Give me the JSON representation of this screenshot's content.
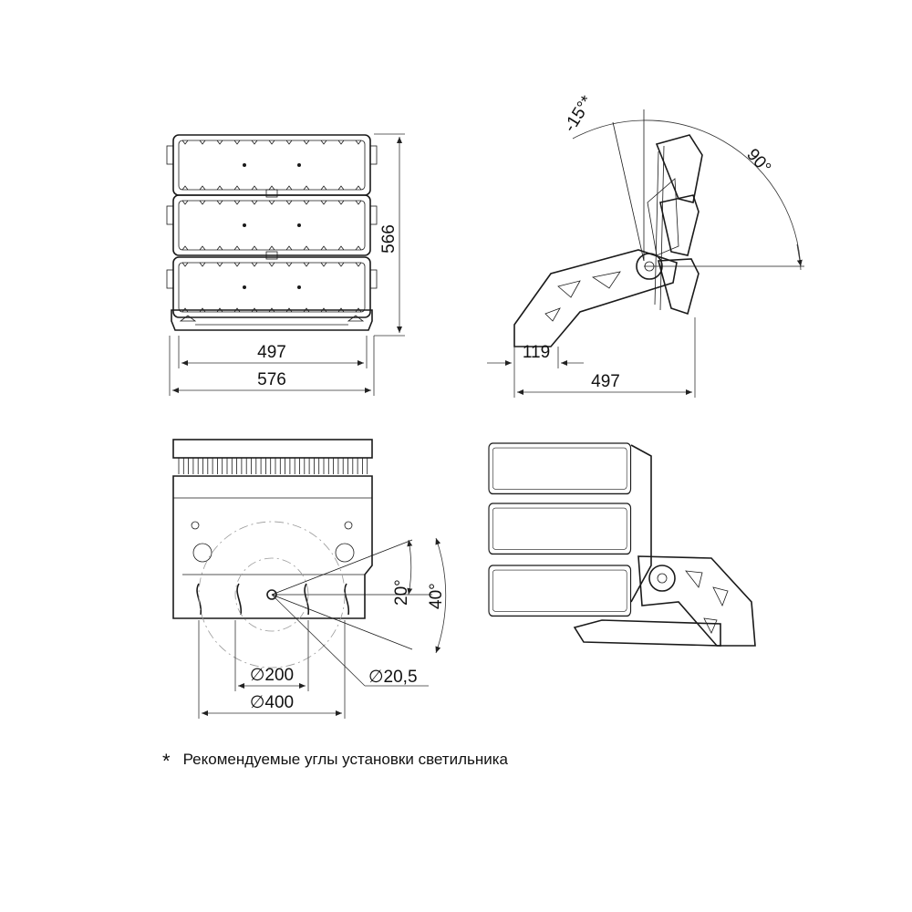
{
  "front_view": {
    "dim_height": "566",
    "dim_inner_width": "497",
    "dim_outer_width": "576"
  },
  "side_view": {
    "dim_angle_minus": "-15°*",
    "dim_angle_plus": "90°",
    "dim_offset": "119",
    "dim_depth": "497"
  },
  "top_view": {
    "dim_angle_small": "20°",
    "dim_angle_large": "40°",
    "dim_bolt_circle_inner": "∅200",
    "dim_bolt_circle_outer": "∅400",
    "dim_hole": "∅20,5"
  },
  "footnote": {
    "marker": "*",
    "text": "Рекомендуемые углы установки светильника"
  },
  "colors": {
    "line": "#1a1a1a",
    "center_line": "#999999",
    "background": "#ffffff"
  }
}
